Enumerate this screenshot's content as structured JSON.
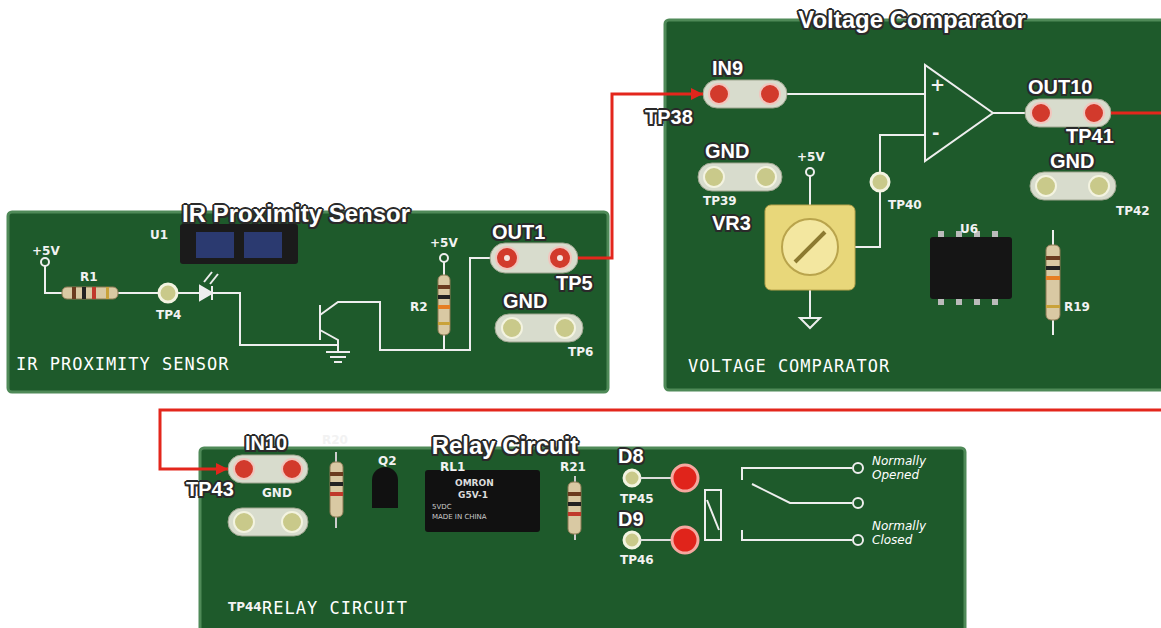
{
  "diagram": {
    "nodes": [
      {
        "text": [
          "IR Proximity Sensor",
          "IR PROXIMITY SENSOR"
        ]
      },
      {
        "text": [
          "OUT1",
          "TP5"
        ],
        "in": 0
      },
      {
        "text": [
          "Voltage Comparator",
          "VOLTAGE COMPARATOR"
        ]
      },
      {
        "text": [
          "IN9",
          "TP38"
        ],
        "in": 2
      },
      {
        "text": [
          "OUT10",
          "TP41"
        ],
        "in": 2
      },
      {
        "text": [
          "Relay Circuit",
          "RELAY CIRCUIT"
        ]
      },
      {
        "text": [
          "IN10",
          "TP43"
        ],
        "in": 5
      }
    ],
    "edges": [
      {
        "from": 1,
        "to": 3,
        "arrow": "to"
      },
      {
        "from": 4,
        "to": 6,
        "arrow": "to"
      }
    ],
    "labels": [
      "+5V",
      "R1",
      "U1",
      "TP4",
      "+5V",
      "R2",
      "GND",
      "TP6",
      "GND",
      "TP39",
      "+5V",
      "VR3",
      "TP40",
      "+",
      "-",
      "GND",
      "TP42",
      "U6",
      "R19",
      "GND",
      "TP44",
      "R20",
      "Q2",
      "RL1",
      "OMRON",
      "G5V-1",
      "5VDC",
      "MADE IN CHINA",
      "R21",
      "D8",
      "TP45",
      "D9",
      "TP46",
      "Normally Opened",
      "Normally Closed"
    ]
  }
}
